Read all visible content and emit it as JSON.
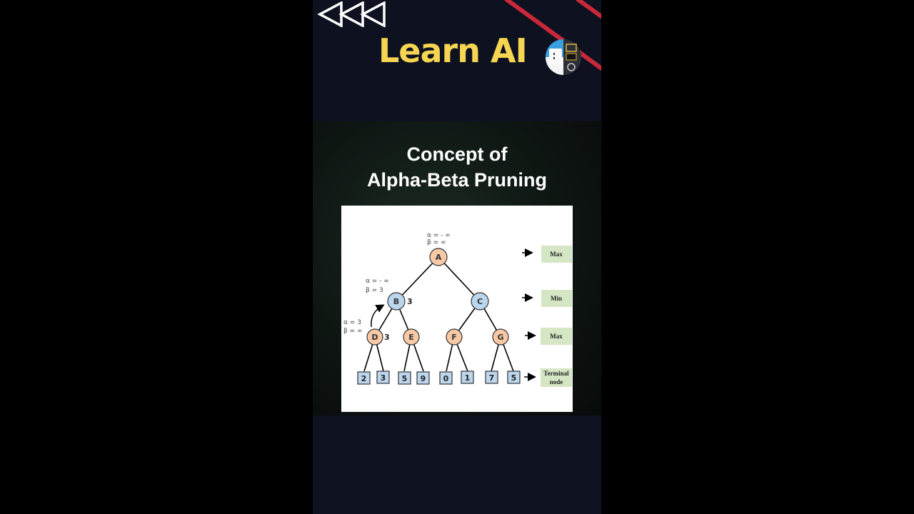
{
  "header": {
    "brand": "Learn AI",
    "rewind_icon": "triple-left-triangle-icon",
    "avatar_icon": "robot-face-logo",
    "accent_color": "#f6d552",
    "stripe_color": "#c8283a"
  },
  "title": {
    "line1": "Concept of",
    "line2": "Alpha-Beta Pruning"
  },
  "diagram": {
    "nodes": [
      {
        "id": "A",
        "type": "max",
        "annot_alpha": "α = - ∞",
        "annot_beta": "β =   ∞"
      },
      {
        "id": "B",
        "type": "min",
        "value": "3",
        "annot_alpha": "α = - ∞",
        "annot_beta": "β =   3"
      },
      {
        "id": "C",
        "type": "min"
      },
      {
        "id": "D",
        "type": "max",
        "value": "3",
        "annot_alpha": "α =  3",
        "annot_beta": "β = ∞"
      },
      {
        "id": "E",
        "type": "max"
      },
      {
        "id": "F",
        "type": "max"
      },
      {
        "id": "G",
        "type": "max"
      }
    ],
    "terminals": [
      "2",
      "3",
      "5",
      "9",
      "0",
      "1",
      "7",
      "5"
    ],
    "levels": [
      "Max",
      "Min",
      "Max",
      "Terminal node"
    ],
    "level_terminal_line1": "Terminal",
    "level_terminal_line2": "node",
    "colors": {
      "max_fill": "#f8c9a6",
      "min_fill": "#bcd6ee",
      "terminal_fill": "#bcd6ee",
      "level_fill": "#d5e6c4"
    }
  }
}
